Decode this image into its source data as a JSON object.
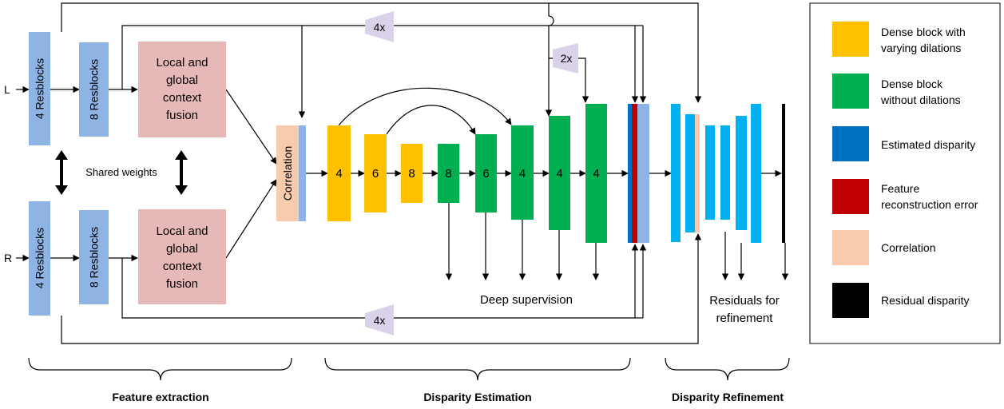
{
  "inputs": {
    "left": "L",
    "right": "R"
  },
  "feature_extraction": {
    "resblocks4": "4 Resblocks",
    "resblocks8": "8 Resblocks",
    "fusion_lines": [
      "Local and",
      "global",
      "context",
      "fusion"
    ],
    "shared_weights": "Shared weights",
    "correlation": "Correlation"
  },
  "disparity_estimation": {
    "block_labels": [
      "4",
      "6",
      "8",
      "8",
      "6",
      "4",
      "4",
      "4"
    ],
    "upsample_top": "4x",
    "upsample_mid": "2x",
    "upsample_bottom": "4x",
    "deep_supervision": "Deep supervision"
  },
  "disparity_refinement": {
    "residuals_lines": [
      "Residuals for",
      "refinement"
    ]
  },
  "legend": {
    "items": [
      {
        "color": "#FFC000",
        "lines": [
          "Dense block with",
          "varying dilations"
        ]
      },
      {
        "color": "#00B050",
        "lines": [
          "Dense block",
          "without dilations"
        ]
      },
      {
        "color": "#0070C0",
        "lines": [
          "Estimated disparity"
        ]
      },
      {
        "color": "#C00000",
        "lines": [
          "Feature",
          "reconstruction error"
        ]
      },
      {
        "color": "#F8CBAD",
        "lines": [
          "Correlation"
        ]
      },
      {
        "color": "#000000",
        "lines": [
          "Residual disparity"
        ]
      }
    ]
  },
  "sections": {
    "feature_extraction": "Feature extraction",
    "disparity_estimation": "Disparity Estimation",
    "disparity_refinement": "Disparity Refinement"
  },
  "colors": {
    "resblock": "#8EB4E3",
    "fusion": "#E6B9B8",
    "correlation": "#F8CBAD",
    "dilated": "#FFC000",
    "dense": "#00B050",
    "est_disp": "#0070C0",
    "recon_err": "#C00000",
    "refine": "#00B0F0",
    "residual": "#000000",
    "upsample": "#D9D2E9"
  }
}
